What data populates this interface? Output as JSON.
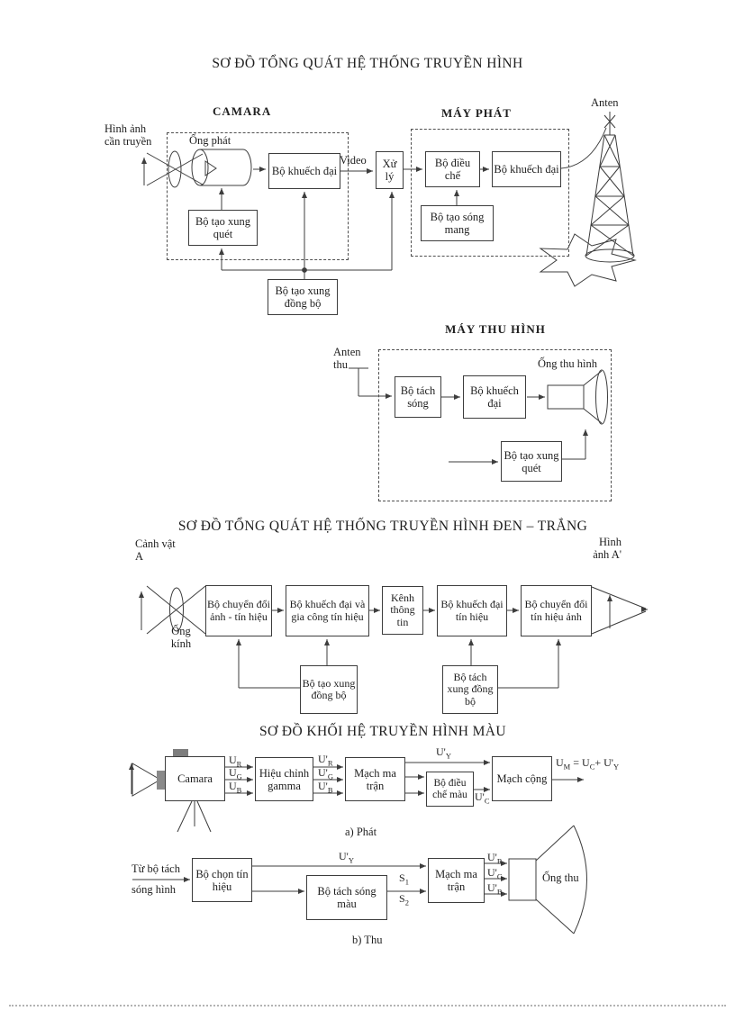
{
  "colors": {
    "ink": "#1e1e1e",
    "line": "#3d3d3d",
    "camera_gray": "#7d7d7d"
  },
  "d1": {
    "title": "SƠ ĐỒ TỔNG QUÁT HỆ THỐNG TRUYỀN HÌNH",
    "camara": "CAMARA",
    "may_phat": "MÁY PHÁT",
    "anten": "Anten",
    "hinh_anh_can_truyen": "Hình ảnh cần truyền",
    "ong_phat": "Ống phát",
    "bo_khuech_dai": "Bộ khuếch đại",
    "video": "Video",
    "xu_ly": "Xử lý",
    "bo_tao_xung_quet": "Bộ tạo xung quét",
    "bo_dieu_che": "Bộ điều chế",
    "bo_khuech_dai_2": "Bộ khuếch đại",
    "bo_tao_song_mang": "Bộ tạo sóng mang",
    "bo_tao_xung_dong_bo": "Bộ tạo xung đồng bộ"
  },
  "d2": {
    "title": "MÁY THU HÌNH",
    "anten_thu": "Anten thu",
    "bo_tach_song": "Bộ tách sóng",
    "bo_khuech_dai": "Bộ khuếch đại",
    "ong_thu_hinh": "Ống thu hình",
    "bo_tao_xung_quet": "Bộ tạo xung quét"
  },
  "d3": {
    "title": "SƠ ĐỒ TỔNG QUÁT HỆ THỐNG TRUYỀN HÌNH ĐEN – TRẮNG",
    "canh_vat_a": "Cảnh vật A",
    "hinh_anh_a": "Hình ảnh A'",
    "ong_kinh": "Ống kính",
    "b1": "Bộ chuyển đổi ảnh - tín hiệu",
    "b2": "Bộ khuếch đại và gia công tín hiệu",
    "b3": "Kênh thông tin",
    "b4": "Bộ khuếch đại tín hiệu",
    "b5": "Bộ chuyển đổi tín hiệu ảnh",
    "bo_tao_xung_dong_bo": "Bộ tạo xung đồng bộ",
    "bo_tach_xung_dong_bo": "Bộ tách xung đồng bộ"
  },
  "d4": {
    "title": "SƠ ĐỒ KHỐI HỆ TRUYỀN HÌNH MÀU",
    "camara": "Camara",
    "gamma": "Hiệu chỉnh gamma",
    "matrix": "Mạch ma trận",
    "dieu_che_mau": "Bộ điều chế màu",
    "cong": "Mạch cộng",
    "a_label": "a) Phát",
    "b_label": "b) Thu",
    "input_line1": "Từ bộ tách",
    "input_line2": "sóng hình",
    "chon": "Bộ chọn tín hiệu",
    "tach_mau": "Bộ tách sóng màu",
    "matrix_b": "Mạch ma trận",
    "ong_thu": "Ống thu",
    "sig": {
      "ur": {
        "b": "U",
        "s": "R"
      },
      "ug": {
        "b": "U",
        "s": "G"
      },
      "ub": {
        "b": "U",
        "s": "B"
      },
      "upr": {
        "b": "U'",
        "s": "R"
      },
      "upg": {
        "b": "U'",
        "s": "G"
      },
      "upb": {
        "b": "U'",
        "s": "B"
      },
      "upy": {
        "b": "U'",
        "s": "Y"
      },
      "upc": {
        "b": "U'",
        "s": "C"
      },
      "s1": {
        "b": "S",
        "s": "1"
      },
      "s2": {
        "b": "S",
        "s": "2"
      },
      "formula": {
        "f1b": "U",
        "f1s": "M",
        "eq": " = ",
        "f2b": "U",
        "f2s": "C",
        "plus": "+ ",
        "f3b": "U'",
        "f3s": "Y"
      }
    }
  }
}
